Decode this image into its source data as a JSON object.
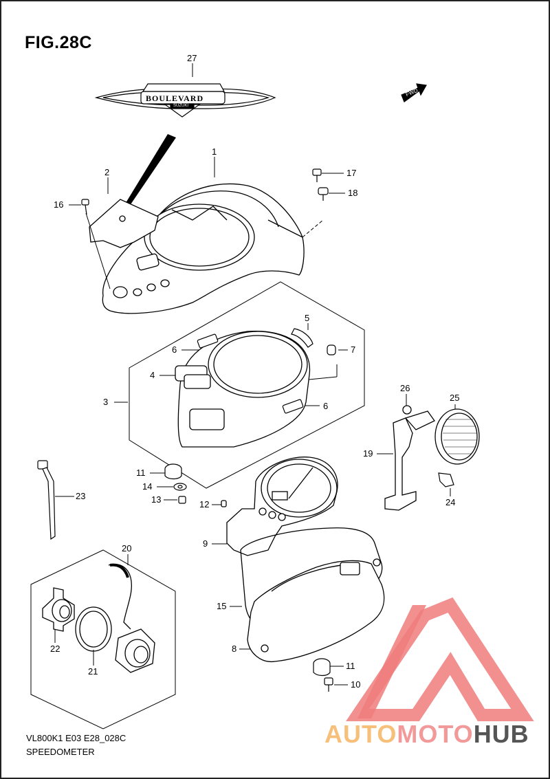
{
  "figure": {
    "title": "FIG.28C",
    "code": "VL800K1 E03 E28_028C",
    "name": "SPEEDOMETER"
  },
  "emblem": {
    "text": "BOULEVARD",
    "subtext": "SUZUKI"
  },
  "direction_marker": {
    "text": "FWD"
  },
  "callouts": [
    {
      "id": "c27",
      "label": "27"
    },
    {
      "id": "c1",
      "label": "1"
    },
    {
      "id": "c2",
      "label": "2"
    },
    {
      "id": "c16",
      "label": "16"
    },
    {
      "id": "c17",
      "label": "17"
    },
    {
      "id": "c18",
      "label": "18"
    },
    {
      "id": "c5",
      "label": "5"
    },
    {
      "id": "c6a",
      "label": "6"
    },
    {
      "id": "c7",
      "label": "7"
    },
    {
      "id": "c4",
      "label": "4"
    },
    {
      "id": "c3",
      "label": "3"
    },
    {
      "id": "c6b",
      "label": "6"
    },
    {
      "id": "c26",
      "label": "26"
    },
    {
      "id": "c25",
      "label": "25"
    },
    {
      "id": "c19",
      "label": "19"
    },
    {
      "id": "c24",
      "label": "24"
    },
    {
      "id": "c11a",
      "label": "11"
    },
    {
      "id": "c14",
      "label": "14"
    },
    {
      "id": "c13",
      "label": "13"
    },
    {
      "id": "c23",
      "label": "23"
    },
    {
      "id": "c12",
      "label": "12"
    },
    {
      "id": "c9",
      "label": "9"
    },
    {
      "id": "c20",
      "label": "20"
    },
    {
      "id": "c15",
      "label": "15"
    },
    {
      "id": "c8",
      "label": "8"
    },
    {
      "id": "c22",
      "label": "22"
    },
    {
      "id": "c21",
      "label": "21"
    },
    {
      "id": "c11b",
      "label": "11"
    },
    {
      "id": "c10",
      "label": "10"
    }
  ],
  "watermark": {
    "parts": [
      "AUTO",
      "MOTO",
      "HUB"
    ],
    "colors": [
      "#f7c07a",
      "#f29a9a",
      "#555555"
    ],
    "logo_color": "#f07d7d"
  }
}
